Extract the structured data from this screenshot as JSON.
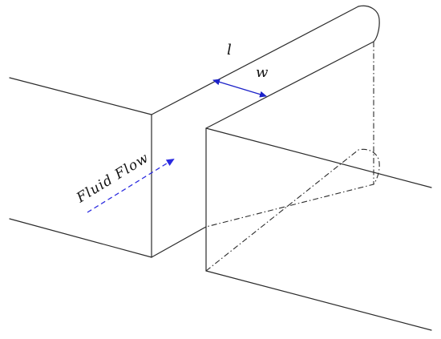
{
  "labels": {
    "length": "l",
    "width": "w",
    "flow": "Fluid  Flow"
  },
  "colors": {
    "edge": "#2b2b2b",
    "arrow": "#1c22c8",
    "flow_arrow": "#2a2ae0",
    "background": "#ffffff"
  }
}
